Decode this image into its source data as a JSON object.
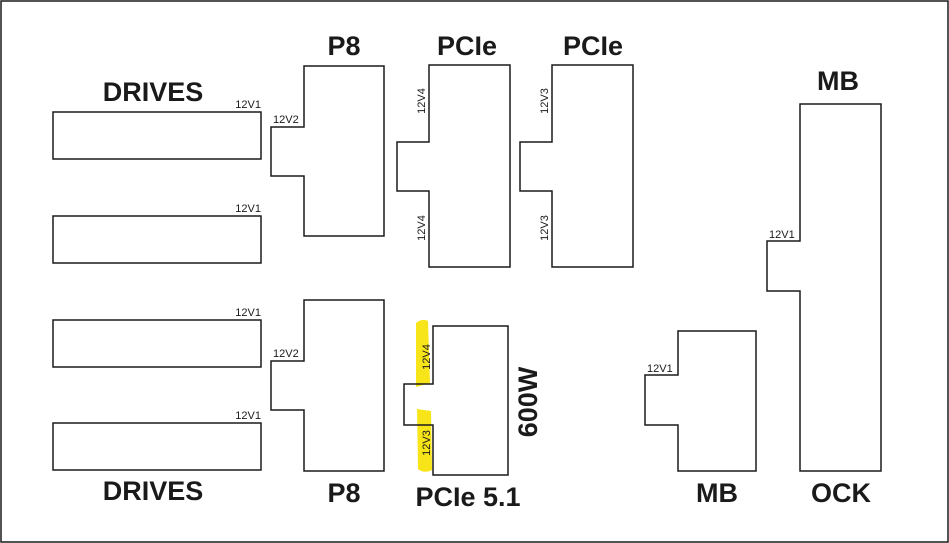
{
  "labels": {
    "drives_top": "DRIVES",
    "drives_bottom": "DRIVES",
    "p8_top": "P8",
    "p8_bottom": "P8",
    "pcie_1": "PCIe",
    "pcie_2": "PCIe",
    "pcie_51": "PCIe 5.1",
    "watt": "600W",
    "mb_top": "MB",
    "mb_bottom": "MB",
    "ock": "OCK"
  },
  "rails": {
    "v1": "12V1",
    "v2": "12V2",
    "v3": "12V3",
    "v4": "12V4"
  },
  "colors": {
    "line": "#1a1a1a",
    "highlight": "#f7e51a"
  }
}
